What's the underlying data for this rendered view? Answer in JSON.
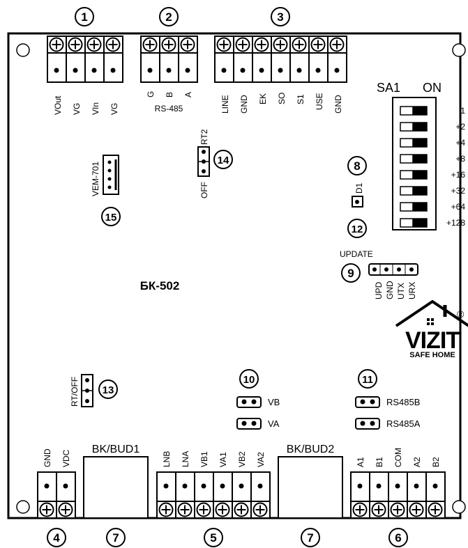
{
  "board": {
    "name": "БК-502",
    "markers": [
      "1",
      "2",
      "3",
      "4",
      "5",
      "6",
      "7",
      "7",
      "8",
      "9",
      "10",
      "11",
      "12",
      "13",
      "14",
      "15"
    ]
  },
  "top": {
    "power_labels": [
      "VOut",
      "VG",
      "VIn",
      "VG"
    ],
    "rs485_labels": [
      "G",
      "B",
      "A"
    ],
    "rs485_title": "RS-485",
    "line_labels": [
      "LINE",
      "GND",
      "EK",
      "SO",
      "S1",
      "USE",
      "GND"
    ]
  },
  "dip": {
    "name": "SA1",
    "on_label": "ON",
    "values": [
      "1",
      "+2",
      "+4",
      "+8",
      "+16",
      "+32",
      "+64",
      "+128"
    ]
  },
  "led": {
    "label": "D1"
  },
  "update": {
    "title": "UPDATE",
    "pins": [
      "UPD",
      "GND",
      "UTX",
      "URX"
    ]
  },
  "rt2": {
    "top": "RT2",
    "bottom": "OFF"
  },
  "vem": {
    "label": "VEM-701"
  },
  "rt_off": {
    "label": "RT/OFF"
  },
  "jumpers": {
    "vb": "VB",
    "va": "VA",
    "rs485b": "RS485B",
    "rs485a": "RS485A"
  },
  "bottom": {
    "power_labels": [
      "GND",
      "VDC"
    ],
    "bud1": "BK/BUD1",
    "bud2": "BK/BUD2",
    "mid_labels": [
      "LNB",
      "LNA",
      "VB1",
      "VA1",
      "VB2",
      "VA2"
    ],
    "right_labels": [
      "A1",
      "B1",
      "COM",
      "A2",
      "B2"
    ]
  },
  "logo": {
    "brand": "VIZIT",
    "tagline": "SAFE HOME",
    "registered": "®"
  }
}
